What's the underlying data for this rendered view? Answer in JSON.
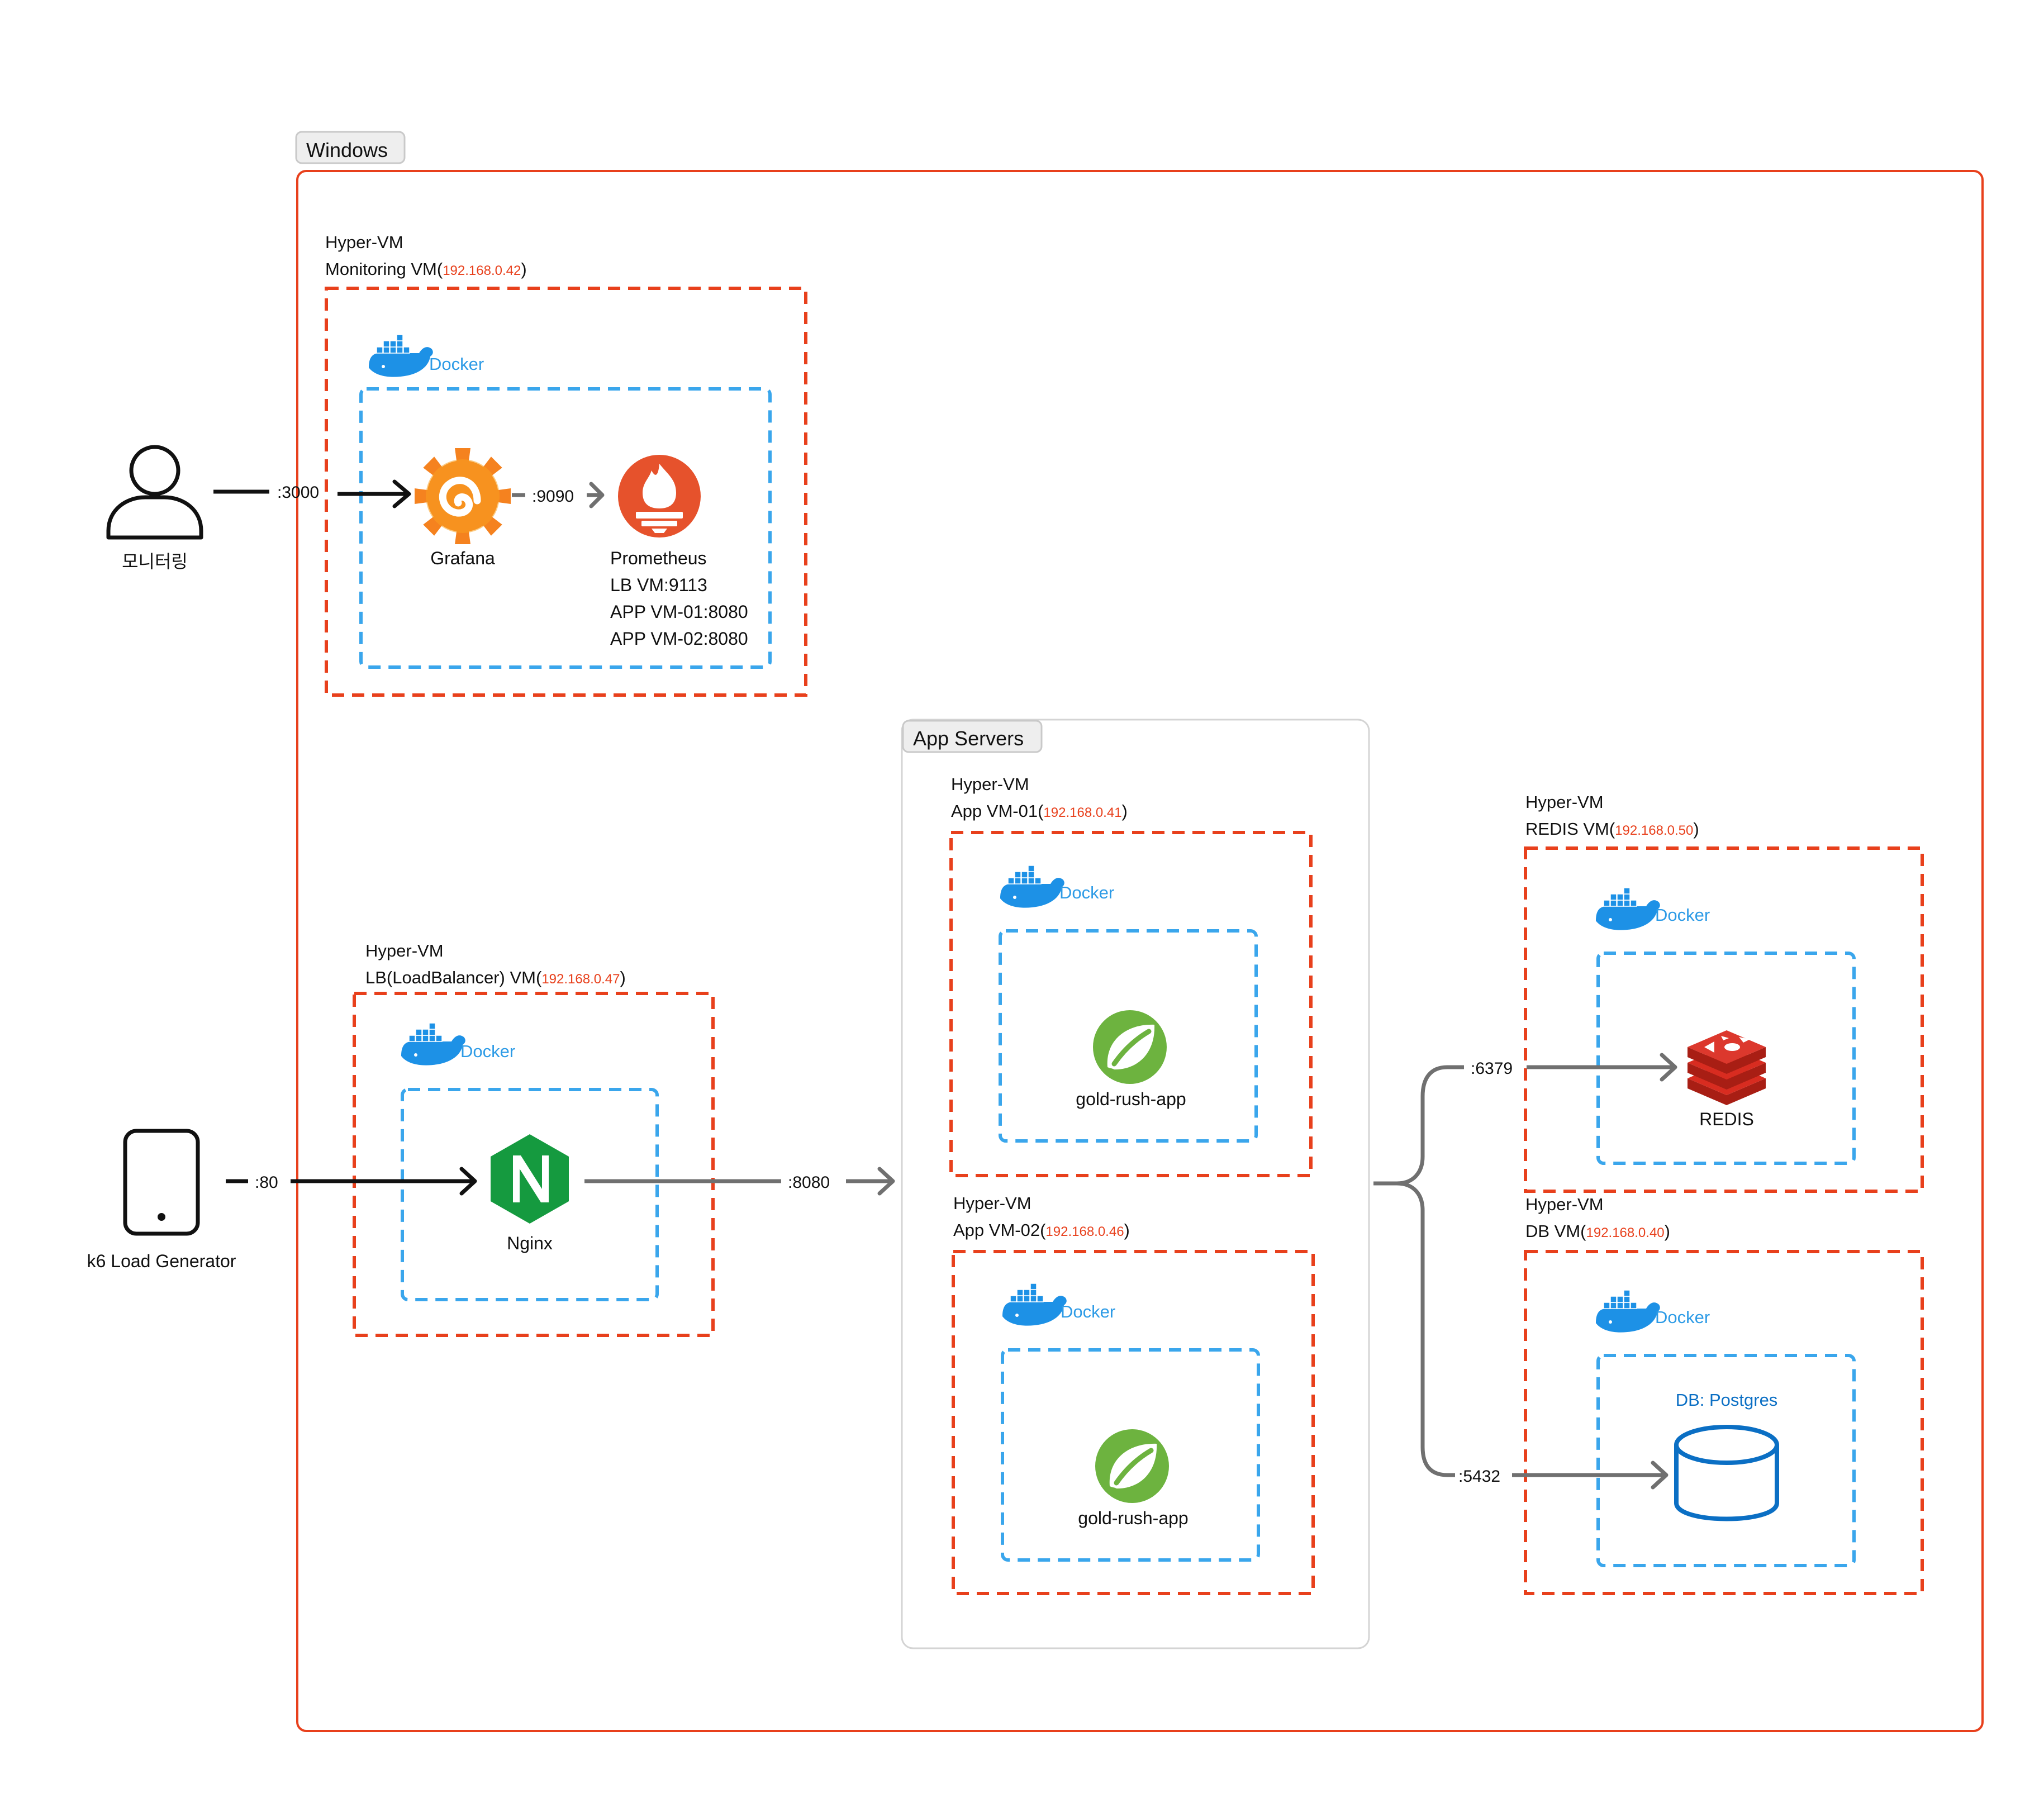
{
  "colors": {
    "vm_border": "#e8401c",
    "docker_border": "#3aa6ec",
    "docker_blue": "#1d91e6",
    "arrow_dark": "#111111",
    "arrow_gray": "#707070",
    "group_border": "#d4d4d4",
    "nginx_green": "#159a3f",
    "spring_green": "#6db33f",
    "redis_red": "#d82c20",
    "postgres_blue": "#0b6fc4",
    "prometheus_orange": "#e6522c"
  },
  "windows": {
    "label": "Windows"
  },
  "app_servers": {
    "label": "App Servers"
  },
  "docker_label": "Docker",
  "actors": {
    "monitor": {
      "label": "모니터링",
      "icon": "user-icon",
      "port": ":3000"
    },
    "loadgen": {
      "label": "k6 Load Generator",
      "icon": "mobile-device-icon",
      "port": ":80"
    }
  },
  "monitoring_vm": {
    "host": "Hyper-VM",
    "name": "Monitoring VM(",
    "ip": "192.168.0.42",
    "close": ")",
    "grafana": {
      "label": "Grafana",
      "icon": "grafana-icon"
    },
    "prometheus_port": ":9090",
    "prometheus": {
      "label": "Prometheus",
      "icon": "prometheus-icon",
      "targets": [
        "LB VM:9113",
        "APP VM-01:8080",
        "APP VM-02:8080"
      ]
    }
  },
  "lb_vm": {
    "host": "Hyper-VM",
    "name": "LB(LoadBalancer) VM(",
    "ip": "192.168.0.47",
    "close": ")",
    "service": {
      "label": "Nginx",
      "icon": "nginx-icon"
    },
    "upstream_port": ":8080"
  },
  "app_vm_01": {
    "host": "Hyper-VM",
    "name": "App VM-01(",
    "ip": "192.168.0.41",
    "close": ")",
    "service": {
      "label": "gold-rush-app",
      "icon": "spring-icon"
    }
  },
  "app_vm_02": {
    "host": "Hyper-VM",
    "name": "App VM-02(",
    "ip": "192.168.0.46",
    "close": ")",
    "service": {
      "label": "gold-rush-app",
      "icon": "spring-icon"
    }
  },
  "redis_vm": {
    "host": "Hyper-VM",
    "name": "REDIS VM(",
    "ip": "192.168.0.50",
    "close": ")",
    "port": ":6379",
    "service": {
      "label": "REDIS",
      "icon": "redis-icon"
    }
  },
  "db_vm": {
    "host": "Hyper-VM",
    "name": "DB VM(",
    "ip": "192.168.0.40",
    "close": ")",
    "port": ":5432",
    "service": {
      "label": "DB:  Postgres",
      "icon": "database-icon"
    }
  }
}
